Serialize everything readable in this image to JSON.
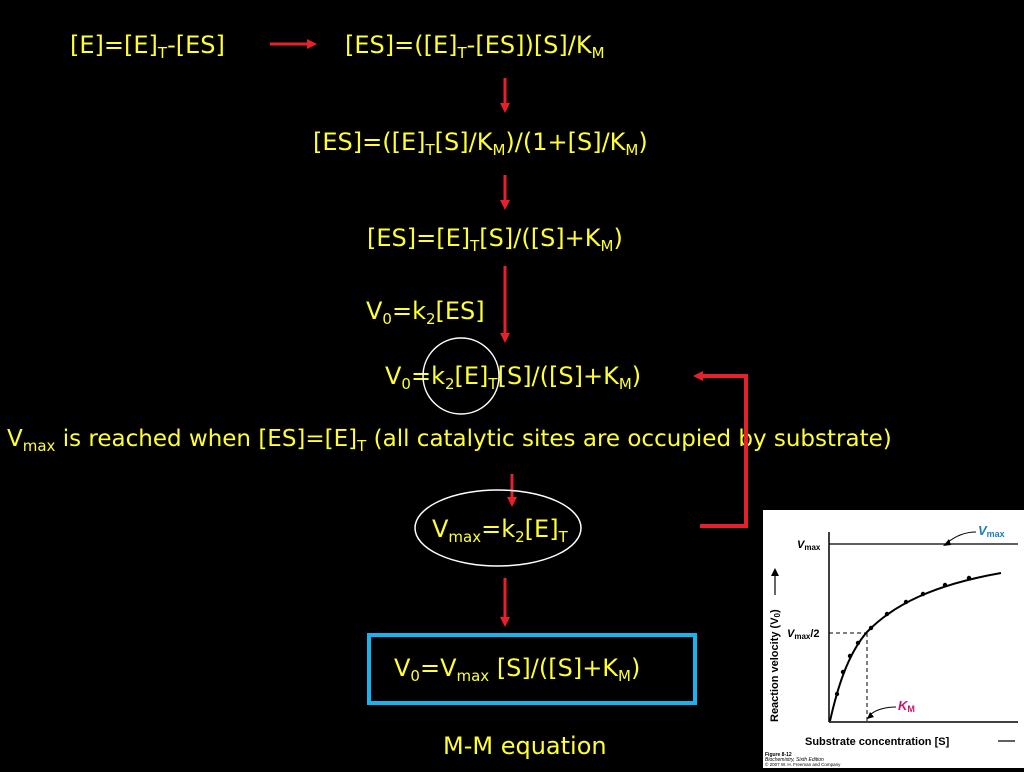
{
  "colors": {
    "text": "#ffff33",
    "arrow": "#e8202a",
    "box": "#19b4ee",
    "ellipse": "#ffffff",
    "vmax_label": "#1a7fc0",
    "km_label": "#c8166e"
  },
  "derivation": {
    "eq1": {
      "a": "[E]=[E]",
      "b": "T",
      "c": "-[ES]"
    },
    "eq2": {
      "a": "[ES]=([E]",
      "b": "T",
      "c": "-[ES])[S]/K",
      "d": "M"
    },
    "eq3": {
      "a": "[ES]=([E]",
      "b": "T",
      "c": "[S]/K",
      "d": "M",
      "e": ")/(1+[S]/K",
      "f": "M",
      "g": ")"
    },
    "eq4": {
      "a": "[ES]=[E]",
      "b": "T",
      "c": "[S]/([S]+K",
      "d": "M",
      "e": ")"
    },
    "eq5": {
      "a": "V",
      "b": "0",
      "c": "=k",
      "d": "2",
      "e": "[ES]"
    },
    "eq6": {
      "a": "V",
      "b": "0",
      "c": "=k",
      "d": "2",
      "e": "[E]",
      "f": "T",
      "g": "[S]/([S]+K",
      "h": "M",
      "i": ")"
    },
    "statement": {
      "a": "V",
      "b": "max",
      "c": " is reached when [ES]=[E]",
      "d": "T",
      "e": " (all catalytic sites are occupied by substrate)"
    },
    "eq7": {
      "a": "V",
      "b": "max",
      "c": "=k",
      "d": "2",
      "e": "[E]",
      "f": "T"
    },
    "eq8": {
      "a": "V",
      "b": "0",
      "c": "=V",
      "d": "max",
      "e": " [S]/([S]+K",
      "f": "M",
      "g": ")"
    },
    "caption": "M-M equation"
  },
  "figure": {
    "vmax_axis_label": "V",
    "vmax_axis_sub": "max",
    "vmax2_label": "V",
    "vmax2_sub": "max",
    "vmax2_suffix": "/2",
    "vmax_callout": "V",
    "vmax_callout_sub": "max",
    "km_label": "K",
    "km_sub": "M",
    "y_axis_label": "Reaction velocity (V",
    "y_axis_sub": "0",
    "y_axis_suffix": ")",
    "x_axis_label": "Substrate concentration [S]",
    "footer_1": "Figure 8-12",
    "footer_2": "Biochemistry, Sixth Edition",
    "footer_3": "© 2007 W. H. Freeman and Company"
  }
}
